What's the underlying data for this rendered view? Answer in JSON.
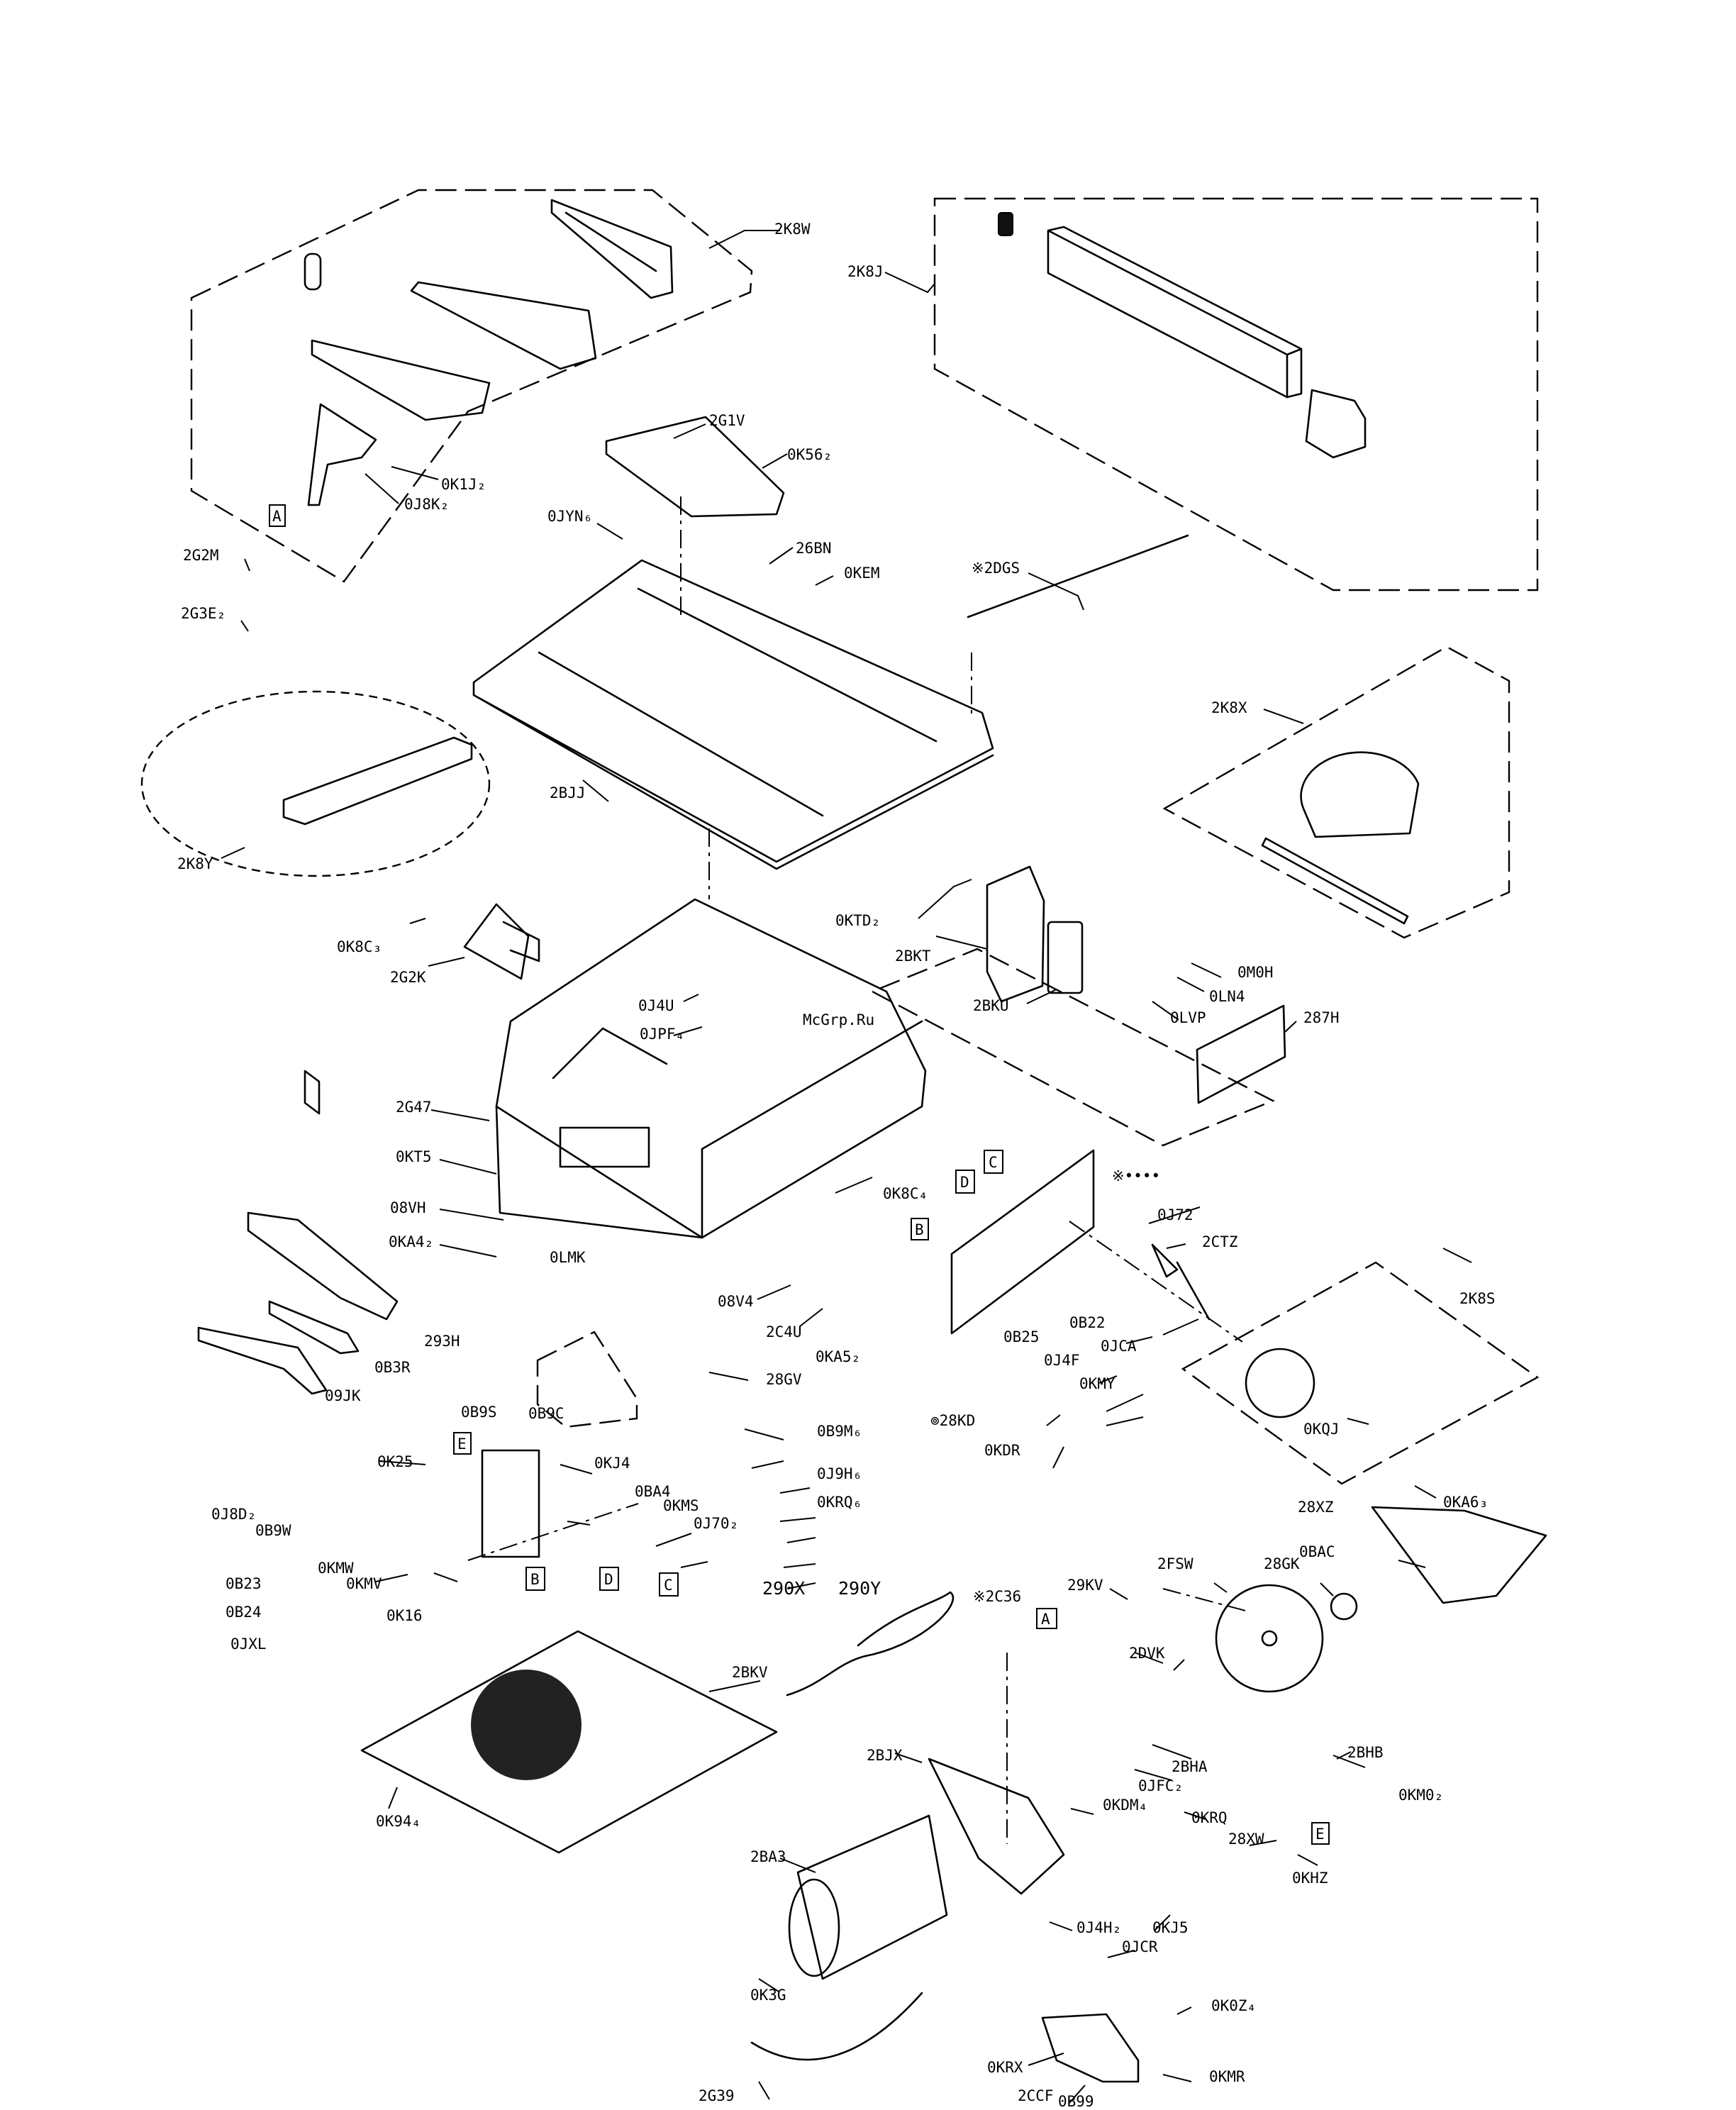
{
  "diagram": {
    "watermark": "McGrp.Ru",
    "callouts": {
      "c_2K8W": "2K8W",
      "c_2K8J": "2K8J",
      "c_0K1J": "0K1J₂",
      "c_0J8K": "0J8K₂",
      "c_2G1V": "2G1V",
      "c_0K56": "0K56₂",
      "c_0JYN": "0JYN₆",
      "c_26BN": "26BN",
      "c_0KEM": "0KEM",
      "c_2DGS": "※2DGS",
      "c_2G2M": "2G2M",
      "c_2G3E": "2G3E₂",
      "c_2K8X": "2K8X",
      "c_2BJJ": "2BJJ",
      "c_2K8Y": "2K8Y",
      "c_0KTD": "0KTD₂",
      "c_0K8C3": "0K8C₃",
      "c_2BKT": "2BKT",
      "c_2G2K": "2G2K",
      "c_0M0H": "0M0H",
      "c_2BKU": "2BKU",
      "c_0LN4": "0LN4",
      "c_0J4U": "0J4U",
      "c_0LVP": "0LVP",
      "c_287H": "287H",
      "c_0JPF": "0JPF₄",
      "c_2G47": "2G47",
      "c_0KT5": "0KT5",
      "c_star": "※••••",
      "c_0K8C4": "0K8C₄",
      "c_08VH": "08VH",
      "c_0J72": "0J72",
      "c_0KA4": "0KA4₂",
      "c_2CTZ": "2CTZ",
      "c_0LMK": "0LMK",
      "c_08V4": "08V4",
      "c_2K8S": "2K8S",
      "c_0B22": "0B22",
      "c_2C4U": "2C4U",
      "c_0KA5": "0KA5₂",
      "c_0JCA": "0JCA",
      "c_293H": "293H",
      "c_0B25": "0B25",
      "c_0B3R": "0B3R",
      "c_0J4F": "0J4F",
      "c_28GV": "28GV",
      "c_0KMY": "0KMY",
      "c_09JK": "09JK",
      "c_28KD": "⊚28KD",
      "c_0KQJ": "0KQJ",
      "c_0B9S": "0B9S",
      "c_0B9C": "0B9C",
      "c_0B9M": "0B9M₆",
      "c_0KDR": "0KDR",
      "c_0K25": "0K25",
      "c_0KJ4": "0KJ4",
      "c_0J9H": "0J9H₆",
      "c_0KA6": "0KA6₃",
      "c_0J8D": "0J8D₂",
      "c_0BA4": "0BA4",
      "c_0KRQ6": "0KRQ₆",
      "c_0B9W": "0B9W",
      "c_0KMS": "0KMS",
      "c_28XZ": "28XZ",
      "c_0J70": "0J70₂",
      "c_0BAC": "0BAC",
      "c_0KMW": "0KMW",
      "c_0B23": "0B23",
      "c_0KMV": "0KMV",
      "c_2FSW": "2FSW",
      "c_28GK": "28GK",
      "c_0B24": "0B24",
      "c_0K16": "0K16",
      "c_290X": "290X",
      "c_290Y": "290Y",
      "c_29KV": "29KV",
      "c_0JXL": "0JXL",
      "c_2C36": "※2C36",
      "c_2DVK": "2DVK",
      "c_2BKV": "2BKV",
      "c_2BHA": "2BHA",
      "c_2BHB": "2BHB",
      "c_2BJX": "2BJX",
      "c_0JFC": "0JFC₂",
      "c_0KM0": "0KM0₂",
      "c_0KDM": "0KDM₄",
      "c_0K94": "0K94₄",
      "c_0KRQ": "0KRQ",
      "c_28XW": "28XW",
      "c_0KHZ": "0KHZ",
      "c_2BA3": "2BA3",
      "c_0J4H": "0J4H₂",
      "c_0KJ5": "0KJ5",
      "c_0JCR": "0JCR",
      "c_0K3G": "0K3G",
      "c_0K0Z": "0K0Z₄",
      "c_0KRX": "0KRX",
      "c_0KMR": "0KMR",
      "c_2G39": "2G39",
      "c_2CCF": "2CCF",
      "c_0B99": "0B99"
    },
    "ref_boxes": {
      "A1": "A",
      "A2": "A",
      "B1": "B",
      "B2": "B",
      "C1": "C",
      "C2": "C",
      "D1": "D",
      "D2": "D",
      "E1": "E",
      "E2": "E"
    }
  }
}
